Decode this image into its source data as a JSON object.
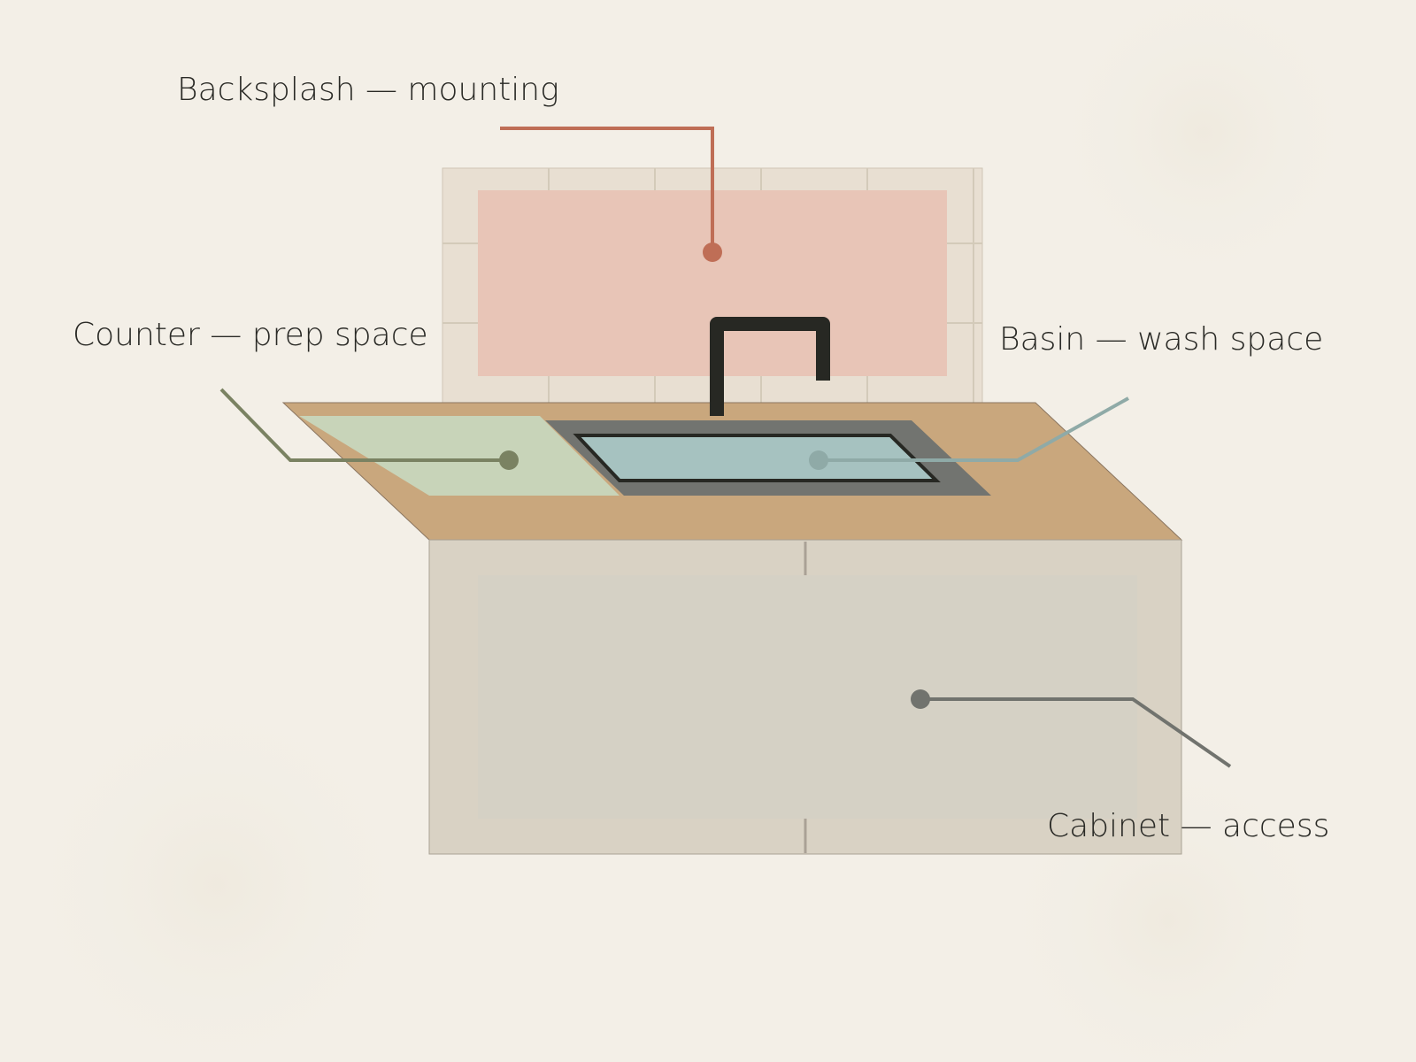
{
  "labels": {
    "backsplash": "Backsplash — mounting",
    "counter": "Counter — prep space",
    "basin": "Basin — wash space",
    "cabinet": "Cabinet — access"
  },
  "colors": {
    "background": "#f3efe7",
    "backsplash_tile": "#e8dfd2",
    "backsplash_zone": "#e8c5b7",
    "backsplash_accent": "#bf6e56",
    "countertop": "#c9a77d",
    "counter_zone": "#c8d4b9",
    "counter_accent": "#7a8262",
    "sink_rim": "#727470",
    "basin_water": "#a6c2c0",
    "basin_accent": "#8faaa7",
    "faucet": "#272823",
    "cabinet": "#d9d2c4",
    "cabinet_zone": "#d5d1c5",
    "cabinet_accent": "#71736e"
  },
  "icons": {
    "faucet": "faucet-icon"
  }
}
